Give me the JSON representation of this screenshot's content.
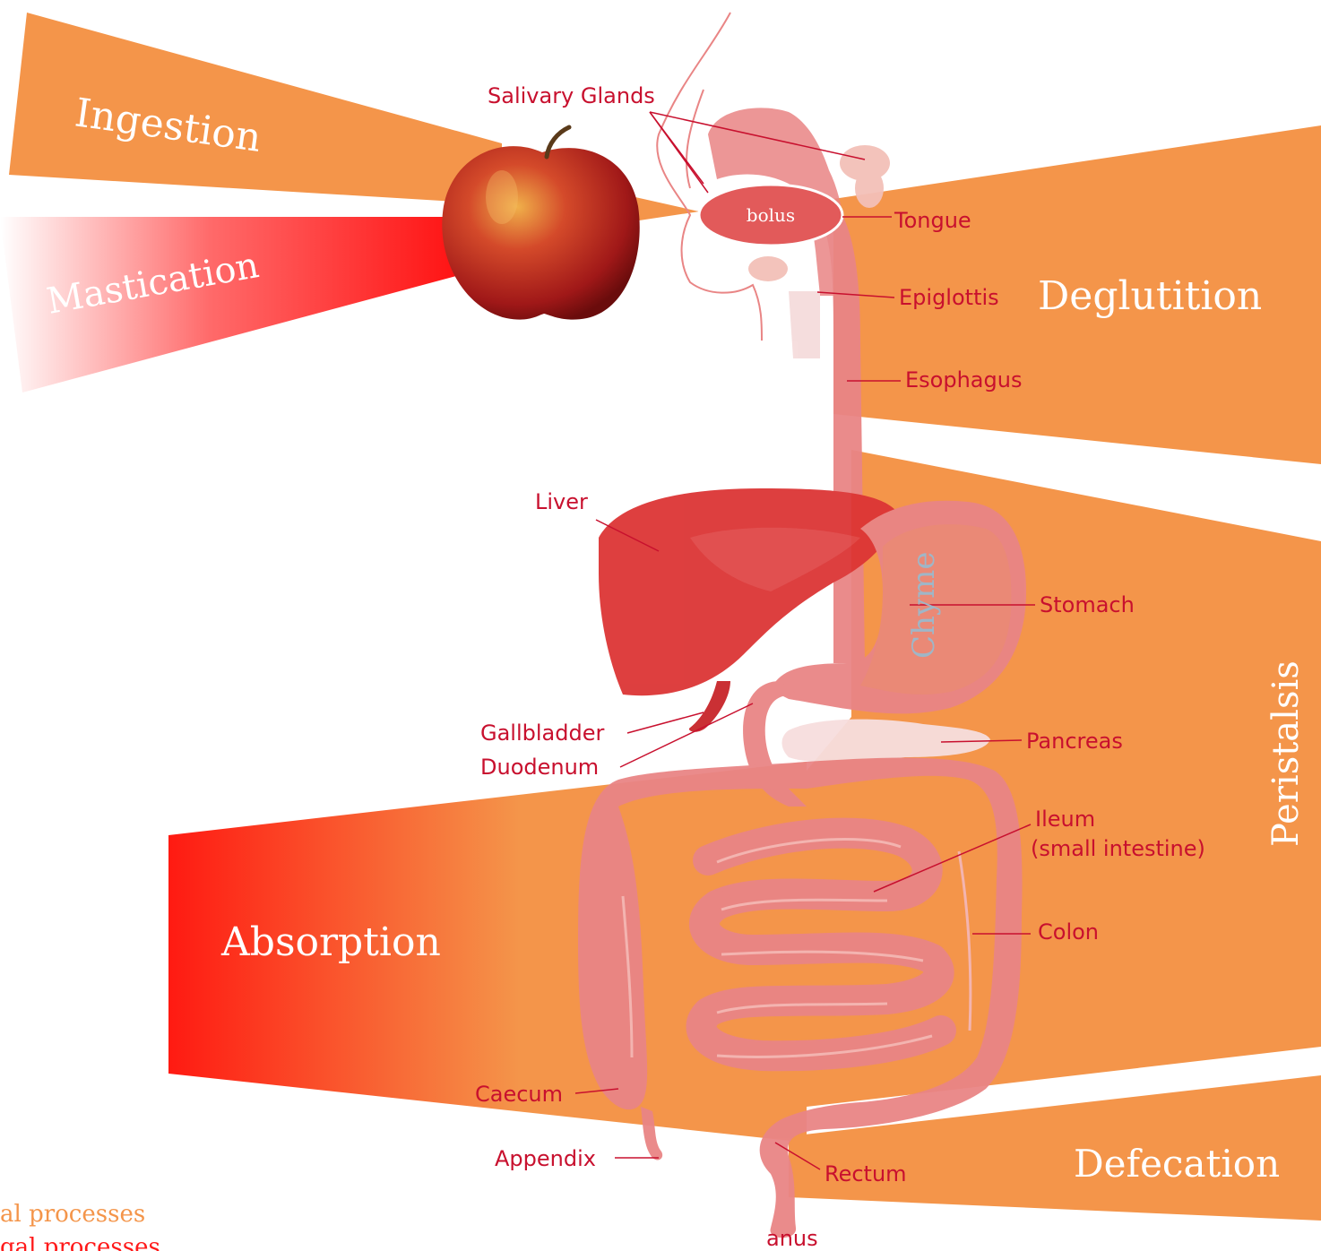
{
  "processes": {
    "ingestion": "Ingestion",
    "mastication": "Mastication",
    "deglutition": "Deglutition",
    "peristalsis": "Peristalsis",
    "absorption": "Absorption",
    "defecation": "Defecation"
  },
  "labels": {
    "salivary_glands": "Salivary Glands",
    "bolus": "bolus",
    "tongue": "Tongue",
    "epiglottis": "Epiglottis",
    "esophagus": "Esophagus",
    "liver": "Liver",
    "chyme": "Chyme",
    "stomach": "Stomach",
    "gallbladder": "Gallbladder",
    "duodenum": "Duodenum",
    "pancreas": "Pancreas",
    "ileum": "Ileum",
    "small_intestine": "(small intestine)",
    "colon": "Colon",
    "caecum": "Caecum",
    "appendix": "Appendix",
    "rectum": "Rectum",
    "anus": "anus"
  },
  "legend": {
    "line1": "al processes",
    "line2": "gal processes"
  },
  "colors": {
    "mechanical": "#f4954a",
    "chemical": "#ff1a1a",
    "organ": "#e98585",
    "label": "#c8102e"
  }
}
